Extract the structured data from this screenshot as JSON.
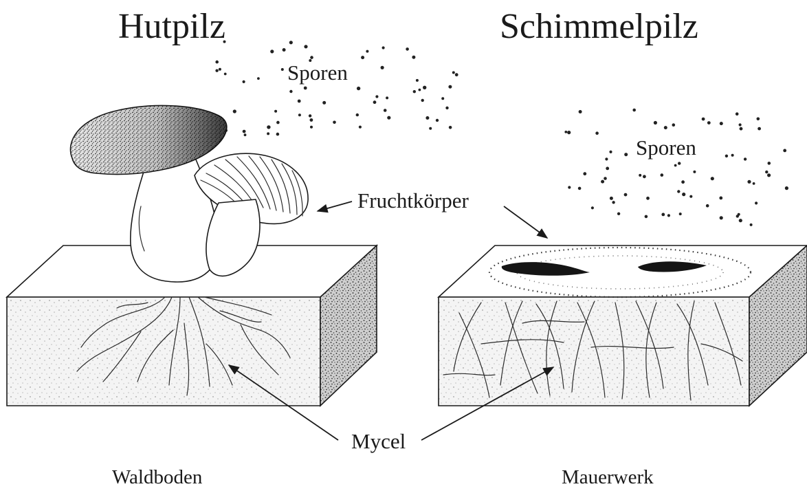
{
  "titles": {
    "left": "Hutpilz",
    "right": "Schimmelpilz"
  },
  "labels": {
    "spores_left": "Sporen",
    "spores_right": "Sporen",
    "fruiting_body": "Fruchtkörper",
    "mycelium": "Mycel"
  },
  "captions": {
    "left": "Waldboden",
    "right": "Mauerwerk"
  },
  "colors": {
    "ink": "#1a1a1a",
    "background": "#ffffff"
  }
}
